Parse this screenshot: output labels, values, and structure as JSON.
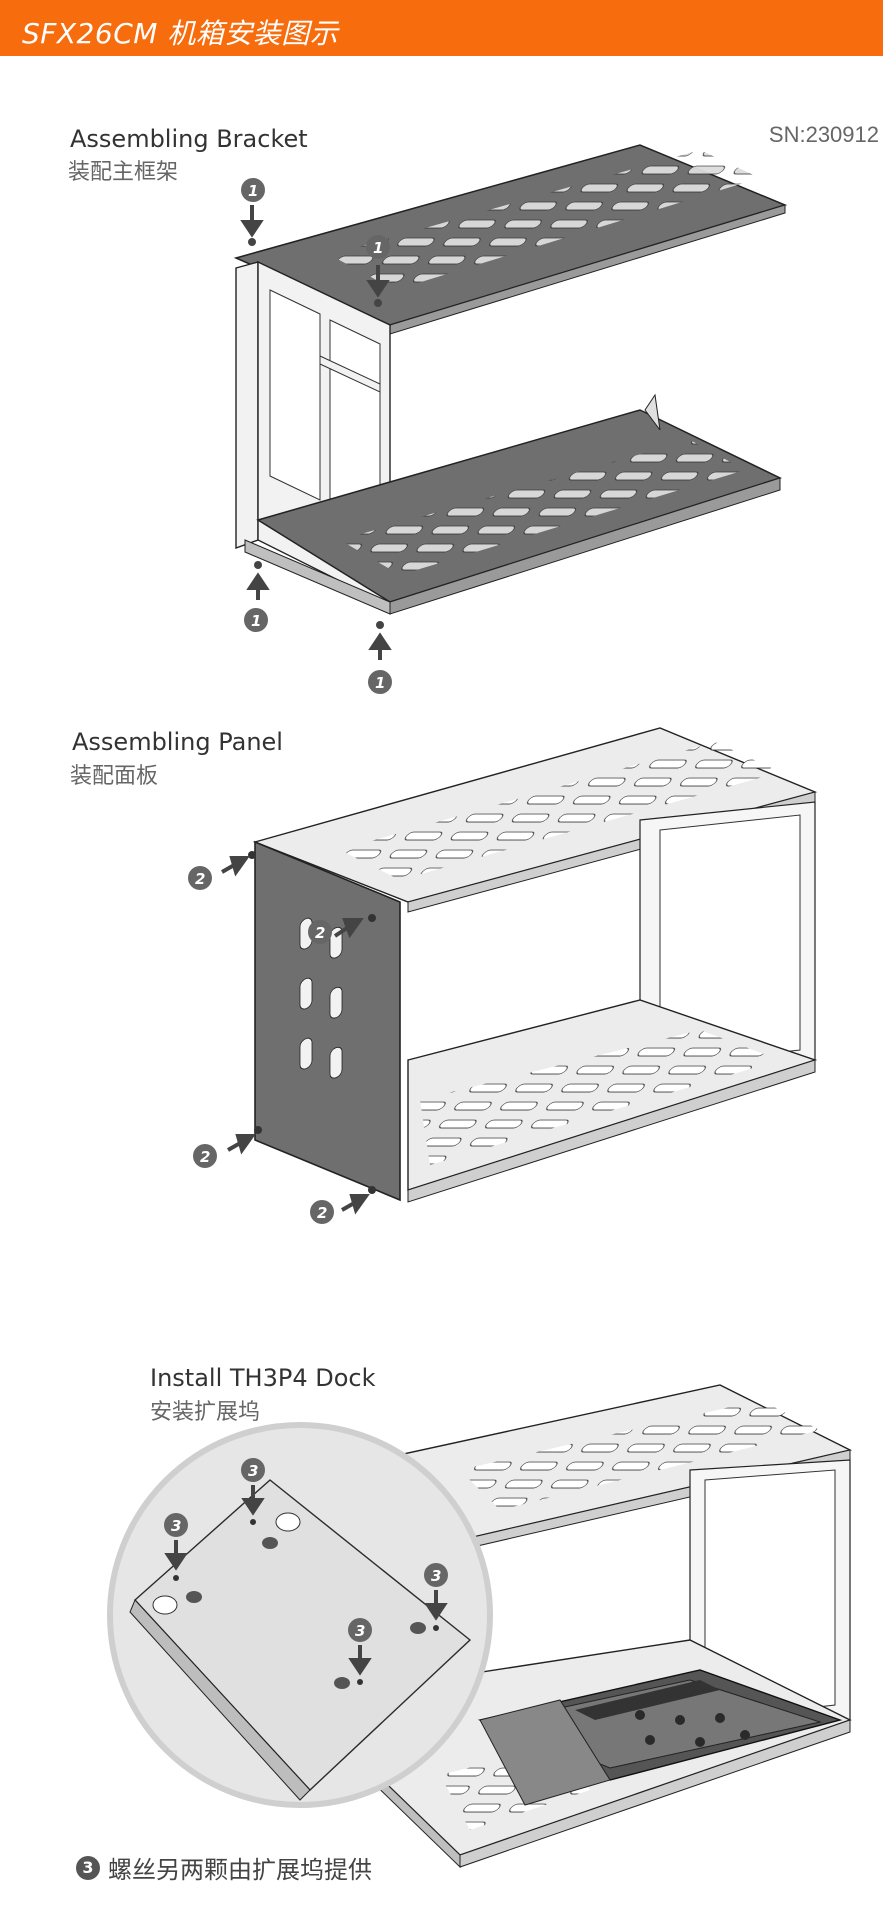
{
  "header": {
    "title": "SFX26CM 机箱安装图示",
    "color": "#f76c0d"
  },
  "serial": "SN:230912",
  "sections": [
    {
      "title_en": "Assembling Bracket",
      "title_zh": "装配主框架",
      "step": "1"
    },
    {
      "title_en": "Assembling Panel",
      "title_zh": "装配面板",
      "step": "2"
    },
    {
      "title_en": "Install TH3P4 Dock",
      "title_zh": "安装扩展坞",
      "step": "3"
    }
  ],
  "footer": {
    "badge": "3",
    "note": "螺丝另两颗由扩展坞提供"
  },
  "colors": {
    "panel_dark": "#6f6f6f",
    "panel_light": "#e6e6e6",
    "frame": "#f2f2f2",
    "badge": "#666666"
  }
}
